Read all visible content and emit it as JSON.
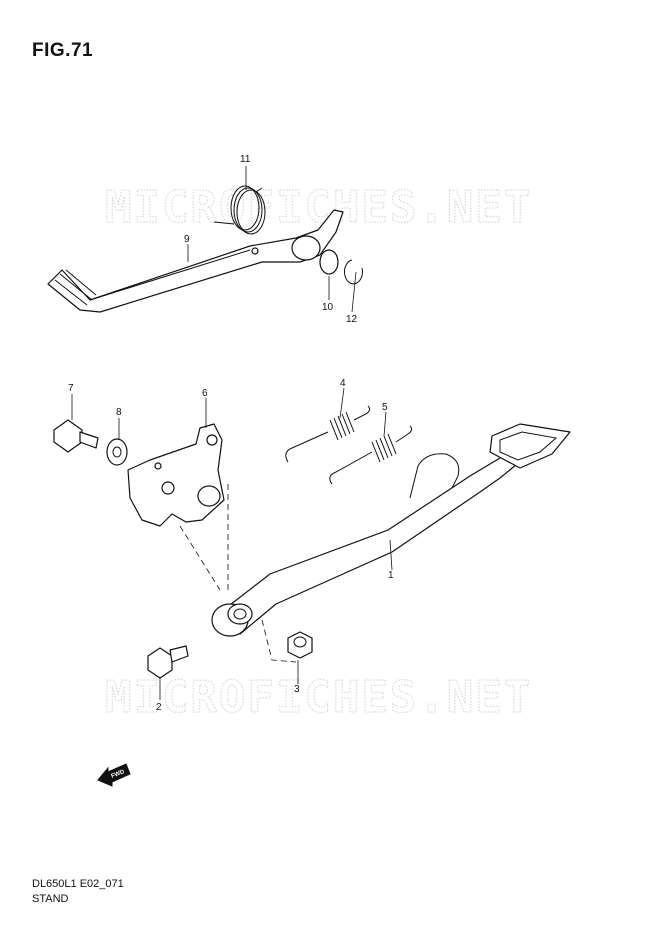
{
  "figure": {
    "title": "FIG.71",
    "model_code": "DL650L1 E02_071",
    "caption": "STAND"
  },
  "watermark": "MICROFICHES.NET",
  "fwd_label": "FWD",
  "callouts": [
    "1",
    "2",
    "3",
    "4",
    "5",
    "6",
    "7",
    "8",
    "9",
    "10",
    "11",
    "12"
  ],
  "colors": {
    "line": "#111111",
    "watermark": "#d8d8d8",
    "background": "#ffffff"
  }
}
